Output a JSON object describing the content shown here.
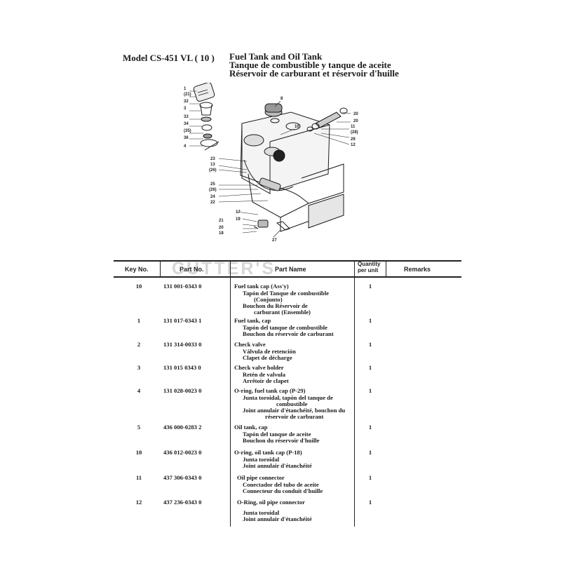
{
  "header": {
    "model": "Model CS-451 VL  ( 10 )",
    "title_en": "Fuel Tank and Oil Tank",
    "title_es": "Tanque de combustible y tanque de aceite",
    "title_fr": "Réservoir de carburant et réservoir d'huille"
  },
  "watermark": "CUTTER'S",
  "columns": {
    "key": "Key No.",
    "part_no": "Part No.",
    "part_name": "Part Name",
    "qty_line1": "Quantity",
    "qty_line2": "per unit",
    "remarks": "Remarks"
  },
  "rows": [
    {
      "key": "10",
      "part_no": "131 001-0343 0",
      "qty": "1",
      "names": [
        "Fuel tank cap (Ass'y)",
        "Tapón del Tanque de combustible",
        "(Conjunto)",
        "Bouchon du Réservoir de",
        "carburant (Ensemble)"
      ]
    },
    {
      "key": "1",
      "part_no": "131 017-0343 1",
      "qty": "1",
      "names": [
        "Fuel tank, cap",
        "Tapón del tanque de combustible",
        "Bouchon du réservoir de carburant"
      ]
    },
    {
      "key": "2",
      "part_no": "131 314-0033 0",
      "qty": "1",
      "names": [
        "Check valve",
        "Válvula de retención",
        "Clapet de décharge"
      ]
    },
    {
      "key": "3",
      "part_no": "131 015 0343 0",
      "qty": "1",
      "names": [
        "Check valve holder",
        "Retén de valvula",
        "Arrêtoir de clapet"
      ]
    },
    {
      "key": "4",
      "part_no": "131 028-0023 0",
      "qty": "1",
      "names": [
        "O-ring, fuel tank cap (P-29)",
        "Junta toroidal, tapón del tanque de",
        "combustible",
        "Joint annulair d'étanchéité, bouchon du",
        "réservoir de carburant"
      ]
    },
    {
      "key": "5",
      "part_no": "436 000-0283 2",
      "qty": "1",
      "names": [
        "Oil tank, cap",
        "Tapón del tanque de aceite",
        "Bouchon du réservoir d'huille"
      ]
    },
    {
      "key": "10",
      "part_no": "436 012-0023 0",
      "qty": "1",
      "names": [
        "O-ring, oil tank cap (P-18)",
        "Junta toroidal",
        "Joint annulair d'étanchéité"
      ]
    },
    {
      "key": "11",
      "part_no": "437 306-0343 0",
      "qty": "1",
      "names": [
        "Oil pipe connector",
        "Conectador del tubo de aceite",
        "Connecteur du conduit d'huille"
      ]
    },
    {
      "key": "12",
      "part_no": "437 236-0343 0",
      "qty": "1",
      "names": [
        "O-Ring, oil pipe connector",
        "Junta toroidal",
        "Joint annulair d'étanchéité"
      ]
    }
  ],
  "diagram_labels": {
    "l1": "1",
    "l21a": "(21)",
    "l32": "32",
    "l3": "3",
    "l33": "33",
    "l34": "34",
    "l35": "(35)",
    "l36": "36",
    "l4": "4",
    "l8": "8",
    "l10": "10",
    "l20a": "20",
    "l20b": "20",
    "l11": "11",
    "l28": "(28)",
    "l29": "29",
    "l12": "12",
    "l23": "23",
    "l13": "13",
    "l26a": "(26)",
    "l25": "25",
    "l26b": "(26)",
    "l24": "24",
    "l22": "22",
    "l17": "17",
    "l19": "19",
    "l21": "21",
    "l20c": "20",
    "l18": "18",
    "l27": "27"
  }
}
